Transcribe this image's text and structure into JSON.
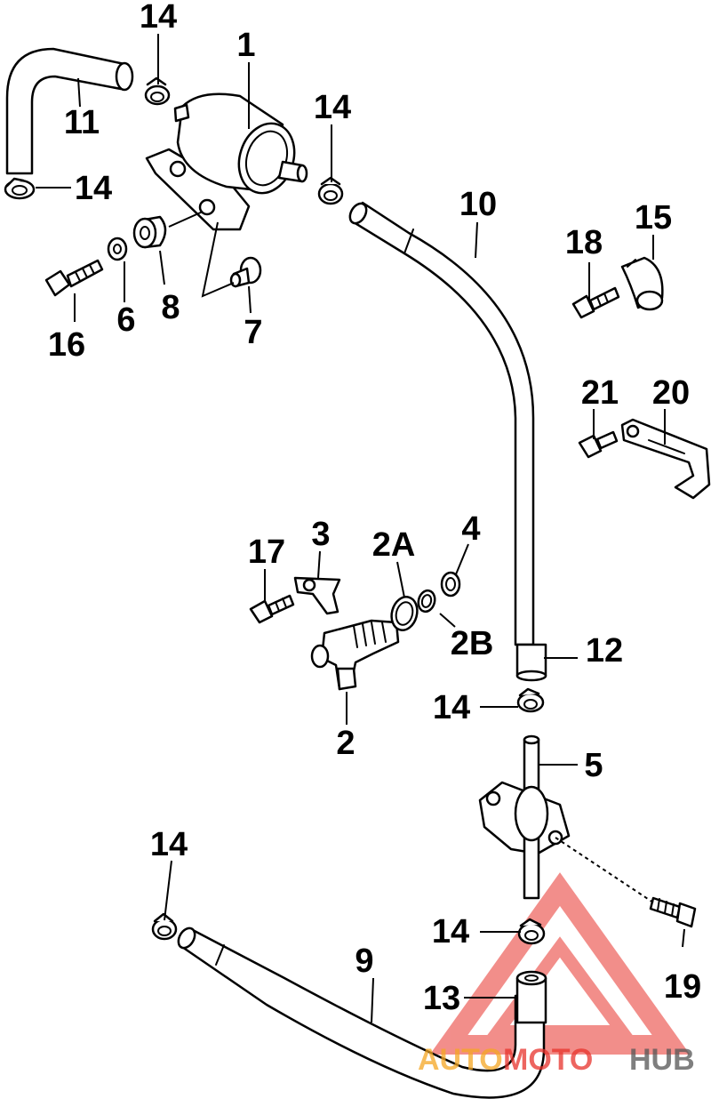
{
  "labels": {
    "l1": "1",
    "l2": "2",
    "l2a": "2A",
    "l2b": "2B",
    "l3": "3",
    "l4": "4",
    "l5": "5",
    "l6": "6",
    "l7": "7",
    "l8": "8",
    "l9": "9",
    "l10": "10",
    "l11": "11",
    "l12": "12",
    "l13": "13",
    "l14_top": "14",
    "l14_left": "14",
    "l14_mid": "14",
    "l14_right": "14",
    "l14_lowleft": "14",
    "l14_low": "14",
    "l15": "15",
    "l16": "16",
    "l17": "17",
    "l18": "18",
    "l19": "19",
    "l20": "20",
    "l21": "21"
  },
  "watermark": {
    "part1": "AUTO",
    "part2": "MOTO",
    "part3": "HUB",
    "colors": {
      "red": "#e8322b",
      "orange": "#f5a623",
      "gray": "#555555"
    }
  }
}
